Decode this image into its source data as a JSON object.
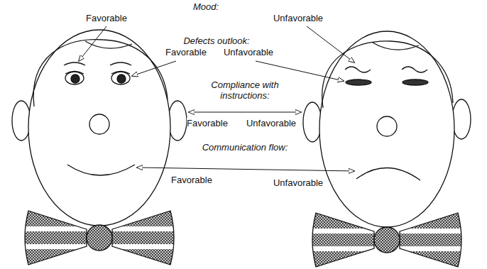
{
  "diagram": {
    "labels": [
      "Mood:",
      "Favorable",
      "Unfavorable",
      "Defects outlook:",
      "Favorable",
      "Unfavorable",
      "Compliance with instructions:",
      "Favorable",
      "Unfavorable",
      "Communication flow:",
      "Favorable",
      "Unfavorable"
    ]
  }
}
